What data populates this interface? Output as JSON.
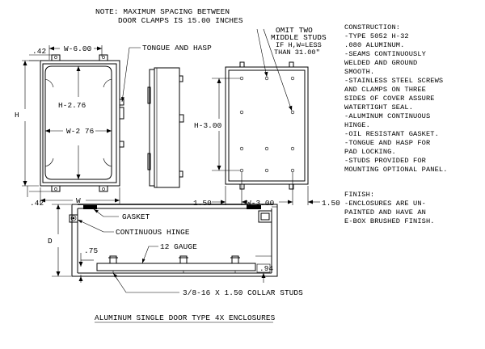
{
  "notes": {
    "clamp_note_line1": "NOTE: MAXIMUM SPACING BETWEEN",
    "clamp_note_line2": "DOOR CLAMPS IS 15.00 INCHES",
    "tongue_hasp": "TONGUE AND HASP",
    "omit_line1": "OMIT TWO",
    "omit_line2": "MIDDLE STUDS",
    "omit_line3": "IF H,W=LESS",
    "omit_line4": "THAN 31.00\""
  },
  "dimensions": {
    "w_600": "W-6.00",
    "top_042": ".42",
    "bottom_042": ".42",
    "h": "H",
    "h_276": "H-2.76",
    "w_276": "W-2 76",
    "w": "W",
    "h_300": "H-3.00",
    "left_150": "1.50",
    "w_300": "W-3.00",
    "right_150": "1.50",
    "d": "D",
    "d_075": ".75",
    "gauge": "12 GAUGE",
    "d_094": ".94"
  },
  "callouts": {
    "gasket": "GASKET",
    "hinge": "CONTINUOUS HINGE",
    "studs": "3/8-16 X 1.50 COLLAR STUDS"
  },
  "construction": {
    "heading": "CONSTRUCTION:",
    "lines": [
      "-TYPE 5052 H-32",
      ".080 ALUMINUM.",
      "-SEAMS CONTINUOUSLY",
      "WELDED AND GROUND",
      "SMOOTH.",
      "-STAINLESS STEEL SCREWS",
      "AND CLAMPS ON THREE",
      "SIDES OF COVER ASSURE",
      "WATERTIGHT SEAL.",
      "-ALUMINUM CONTINUOUS",
      "HINGE.",
      "-OIL RESISTANT GASKET.",
      "-TONGUE AND HASP FOR",
      "PAD LOCKING.",
      "-STUDS PROVIDED FOR",
      "MOUNTING OPTIONAL PANEL."
    ]
  },
  "finish": {
    "heading": "FINISH:",
    "lines": [
      "-ENCLOSURES ARE UN-",
      "PAINTED AND HAVE AN",
      "E-BOX BRUSHED FINISH."
    ]
  },
  "caption": "ALUMINUM SINGLE DOOR TYPE 4X ENCLOSURES"
}
